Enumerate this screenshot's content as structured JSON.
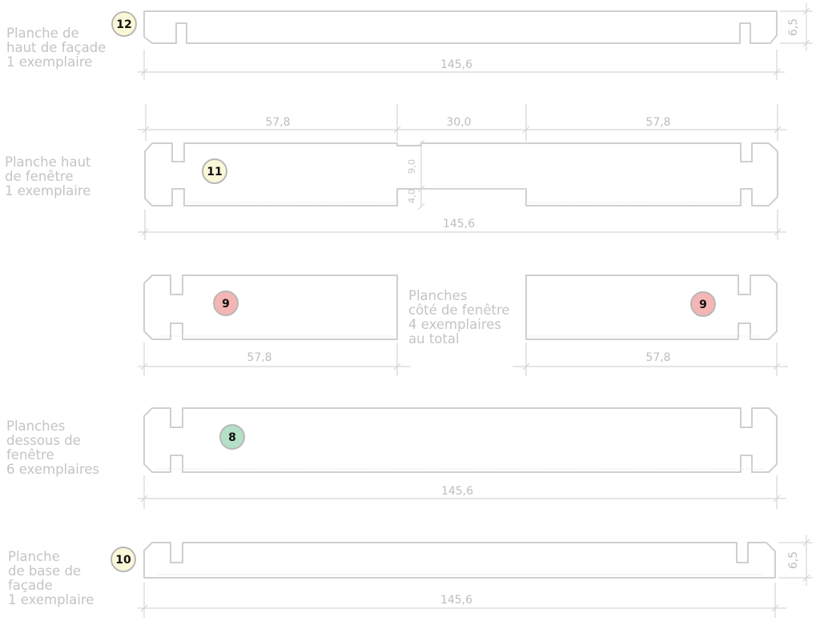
{
  "labels": {
    "plank_12": "Planche de\nhaut de façade\n1 exemplaire",
    "plank_11": "Planche haut\nde fenêtre\n1 exemplaire",
    "plank_9": "Planches\ncôté de fenêtre\n4 exemplaires\nau total",
    "plank_8": "Planches\ndessous de\nfenêtre\n6 exemplaires",
    "plank_10": "Planche\nde base de\nfaçade\n1 exemplaire"
  },
  "badges": {
    "b12": "12",
    "b11": "11",
    "b9_left": "9",
    "b9_right": "9",
    "b8": "8",
    "b10": "10"
  },
  "dimensions": {
    "plank12_length": "145,6",
    "plank12_height": "6,5",
    "plank11_left": "57,8",
    "plank11_center": "30,0",
    "plank11_right": "57,8",
    "plank11_upper": "9,0",
    "plank11_lower": "4,0",
    "plank11_length": "145,6",
    "plank9_left_length": "57,8",
    "plank9_right_length": "57,8",
    "plank8_length": "145,6",
    "plank10_length": "145,6",
    "plank10_height": "6,5"
  },
  "colors": {
    "line": "#cfcfcf",
    "dim_line": "#d6d6d6",
    "badge_yellow": "#fbf8d8",
    "badge_red": "#f5b5b5",
    "badge_green": "#b3e0c6",
    "badge_stroke": "#b8b8b8"
  }
}
